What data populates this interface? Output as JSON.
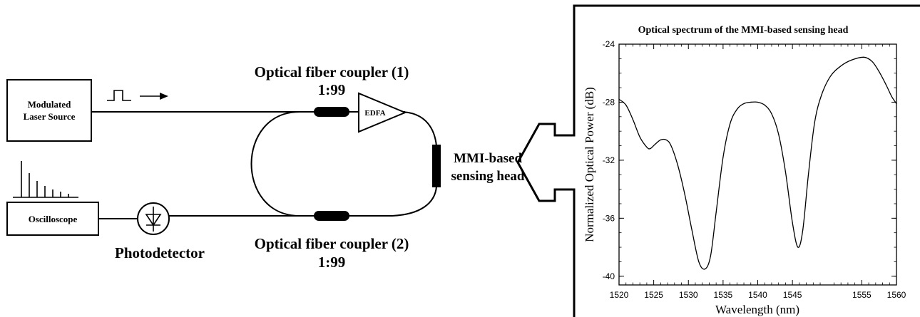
{
  "diagram": {
    "laser_label": [
      "Modulated",
      "Laser Source"
    ],
    "oscilloscope_label": "Oscilloscope",
    "photodetector_label": "Photodetector",
    "coupler1_label": "Optical fiber coupler (1)",
    "coupler1_ratio": "1:99",
    "coupler2_label": "Optical fiber coupler (2)",
    "coupler2_ratio": "1:99",
    "edfa_label": "EDFA",
    "sensing_head_label": [
      "MMI-based",
      "sensing head"
    ]
  },
  "chart_data": {
    "type": "line",
    "title": "Optical spectrum of the MMI-based sensing head",
    "xlabel": "Wavelength (nm)",
    "ylabel": "Normalized Optical Power (dB)",
    "xlim": [
      1520,
      1560
    ],
    "ylim": [
      -40.6,
      -24
    ],
    "xticks": [
      1520,
      1525,
      1530,
      1535,
      1540,
      1545,
      1555,
      1560
    ],
    "yticks": [
      -24,
      -28,
      -32,
      -36,
      -40
    ],
    "series": [
      {
        "x": [
          1520,
          1521,
          1522,
          1523,
          1524,
          1524.5,
          1525.2,
          1526,
          1526.8,
          1527.5,
          1528.5,
          1529.5,
          1530.5,
          1531.5,
          1532.4,
          1533.2,
          1534,
          1535,
          1536,
          1537,
          1538,
          1539,
          1540,
          1541,
          1542,
          1543,
          1544,
          1545,
          1545.8,
          1546.5,
          1547.3,
          1548.2,
          1549.2,
          1550.5,
          1552,
          1553.5,
          1555.3,
          1556.5,
          1557.5,
          1558.5,
          1559.3,
          1560
        ],
        "y": [
          -27.8,
          -28.2,
          -29.2,
          -30.4,
          -31.1,
          -31.2,
          -30.9,
          -30.6,
          -30.6,
          -31.0,
          -32.4,
          -34.4,
          -36.8,
          -39.0,
          -39.5,
          -38.6,
          -35.6,
          -31.8,
          -29.5,
          -28.5,
          -28.1,
          -28.0,
          -28.0,
          -28.2,
          -28.8,
          -30.2,
          -32.8,
          -36.3,
          -38.0,
          -36.8,
          -33.0,
          -29.4,
          -27.5,
          -26.2,
          -25.5,
          -25.1,
          -24.9,
          -25.2,
          -25.9,
          -26.8,
          -27.6,
          -28.1
        ]
      }
    ]
  }
}
